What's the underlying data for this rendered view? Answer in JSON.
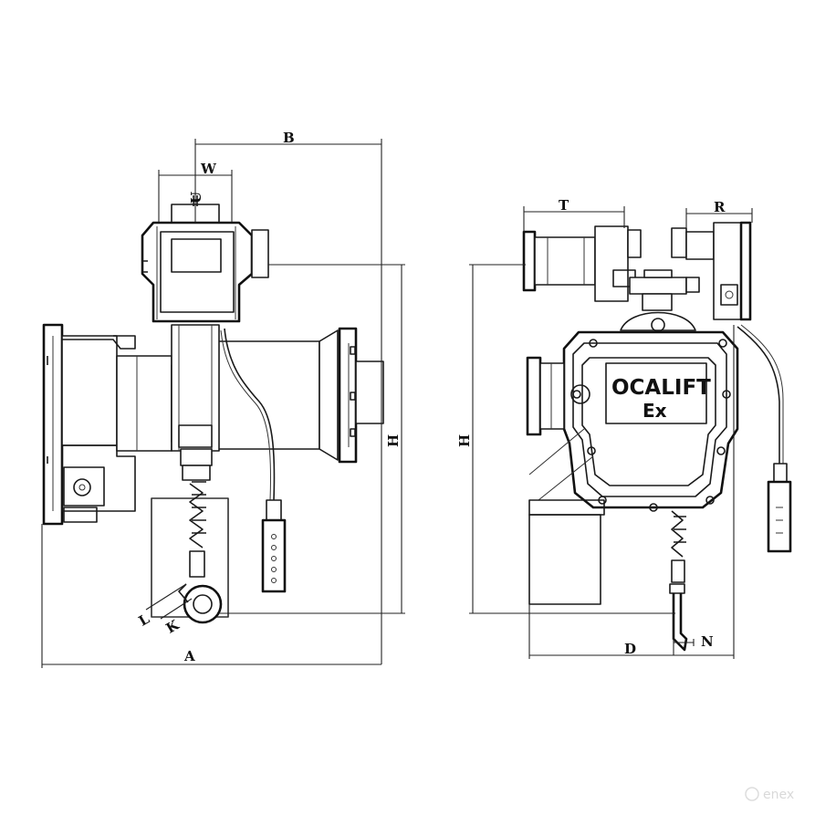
{
  "dimension_labels": {
    "A": "A",
    "B": "B",
    "W": "W",
    "U": "U",
    "H_left": "H",
    "L": "L",
    "K": "K",
    "T": "T",
    "R": "R",
    "H_right": "H",
    "D": "D",
    "N": "N"
  },
  "nameplate": {
    "line1": "OCALIFT",
    "line2": "Ex"
  },
  "watermark": "enex"
}
